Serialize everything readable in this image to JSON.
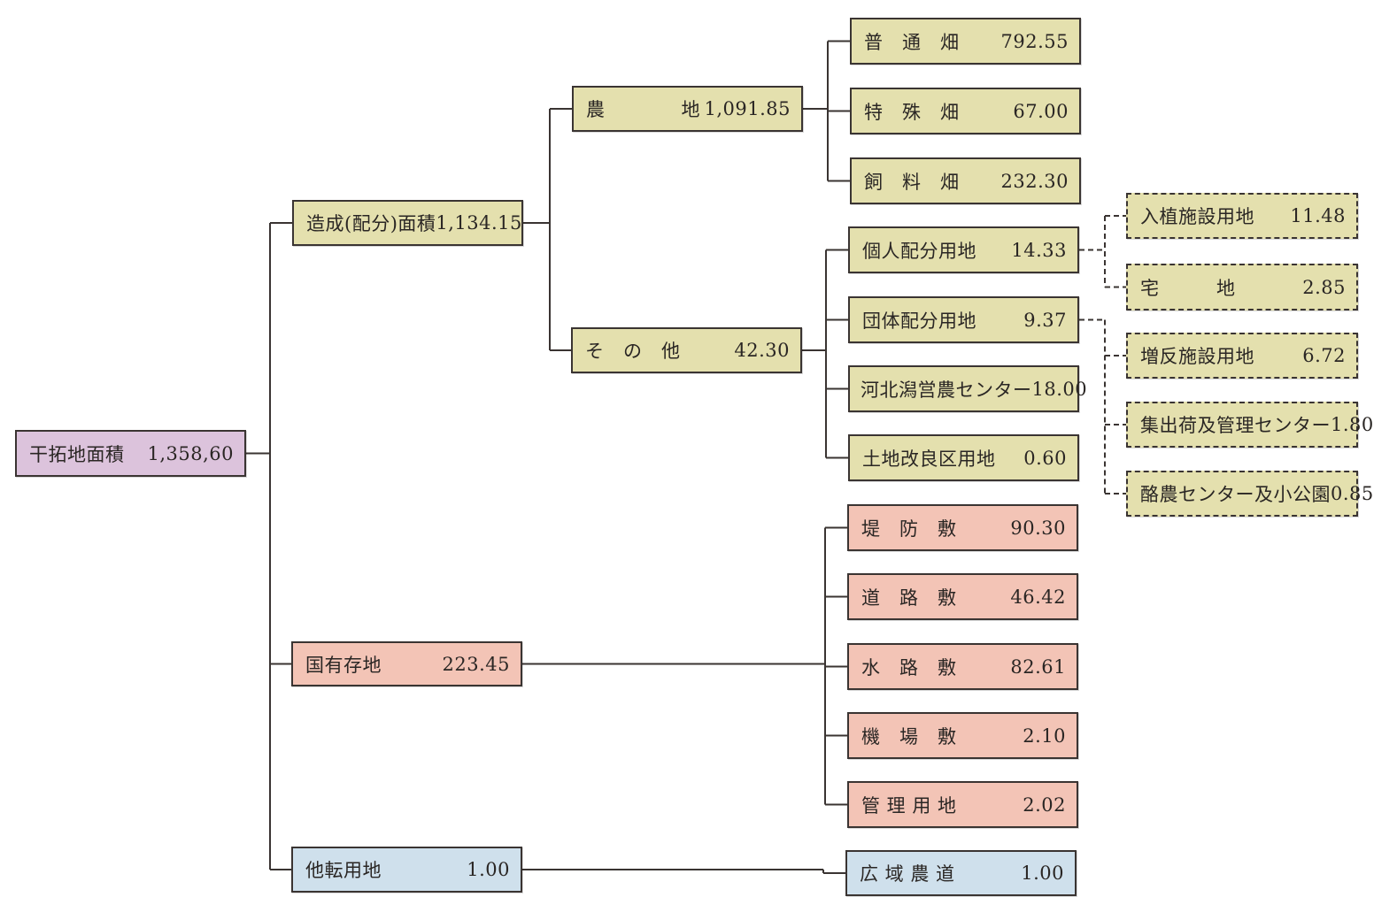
{
  "diagram": {
    "type": "tree",
    "units_note": "",
    "colors": {
      "root": "#dcc3dc",
      "created_land": "#e4e0ae",
      "national_land": "#f3c4b6",
      "diverted_land": "#cfe0ec",
      "line": "#3a3432"
    },
    "nodes": [
      {
        "id": "root",
        "label": "干拓地面積",
        "value": "1,358,60",
        "color": "purple",
        "dashed": false,
        "parent": null
      },
      {
        "id": "created",
        "label": "造成(配分)面積",
        "value": "1,134.15",
        "color": "olive",
        "dashed": false,
        "parent": "root"
      },
      {
        "id": "national",
        "label": "国有存地",
        "value": "223.45",
        "color": "pink",
        "dashed": false,
        "parent": "root"
      },
      {
        "id": "diverted",
        "label": "他転用地",
        "value": "1.00",
        "color": "blue",
        "dashed": false,
        "parent": "root"
      },
      {
        "id": "farmland",
        "label": "農　　　　地",
        "value": "1,091.85",
        "color": "olive",
        "dashed": false,
        "parent": "created"
      },
      {
        "id": "other",
        "label": "そ　の　他",
        "value": "42.30",
        "color": "olive",
        "dashed": false,
        "parent": "created"
      },
      {
        "id": "futsu",
        "label": "普　通　畑",
        "value": "792.55",
        "color": "olive",
        "dashed": false,
        "parent": "farmland"
      },
      {
        "id": "tokushu",
        "label": "特　殊　畑",
        "value": "67.00",
        "color": "olive",
        "dashed": false,
        "parent": "farmland"
      },
      {
        "id": "shiryo",
        "label": "飼　料　畑",
        "value": "232.30",
        "color": "olive",
        "dashed": false,
        "parent": "farmland"
      },
      {
        "id": "kojin",
        "label": "個人配分用地",
        "value": "14.33",
        "color": "olive",
        "dashed": false,
        "parent": "other"
      },
      {
        "id": "dantai",
        "label": "団体配分用地",
        "value": "9.37",
        "color": "olive",
        "dashed": false,
        "parent": "other"
      },
      {
        "id": "kahokugata",
        "label": "河北潟営農センター",
        "value": "18.00",
        "color": "olive",
        "dashed": false,
        "parent": "other"
      },
      {
        "id": "tochikairyo",
        "label": "土地改良区用地",
        "value": "0.60",
        "color": "olive",
        "dashed": false,
        "parent": "other"
      },
      {
        "id": "nyushoku",
        "label": "入植施設用地",
        "value": "11.48",
        "color": "olive",
        "dashed": true,
        "parent": "kojin"
      },
      {
        "id": "takuchi",
        "label": "宅　　　地",
        "value": "2.85",
        "color": "olive",
        "dashed": true,
        "parent": "kojin"
      },
      {
        "id": "zoutan",
        "label": "増反施設用地",
        "value": "6.72",
        "color": "olive",
        "dashed": true,
        "parent": "dantai"
      },
      {
        "id": "shushukka",
        "label": "集出荷及管理センター",
        "value": "1.80",
        "color": "olive",
        "dashed": true,
        "parent": "dantai"
      },
      {
        "id": "rakuno",
        "label": "酪農センター及小公園",
        "value": "0.85",
        "color": "olive",
        "dashed": true,
        "parent": "dantai"
      },
      {
        "id": "teibo",
        "label": "堤　防　敷",
        "value": "90.30",
        "color": "pink",
        "dashed": false,
        "parent": "national"
      },
      {
        "id": "doro",
        "label": "道　路　敷",
        "value": "46.42",
        "color": "pink",
        "dashed": false,
        "parent": "national"
      },
      {
        "id": "suiro",
        "label": "水　路　敷",
        "value": "82.61",
        "color": "pink",
        "dashed": false,
        "parent": "national"
      },
      {
        "id": "kijo",
        "label": "機　場　敷",
        "value": "2.10",
        "color": "pink",
        "dashed": false,
        "parent": "national"
      },
      {
        "id": "kanri",
        "label": "管 理 用 地",
        "value": "2.02",
        "color": "pink",
        "dashed": false,
        "parent": "national"
      },
      {
        "id": "koiki",
        "label": "広 域 農 道",
        "value": "1.00",
        "color": "blue",
        "dashed": false,
        "parent": "diverted"
      }
    ]
  }
}
